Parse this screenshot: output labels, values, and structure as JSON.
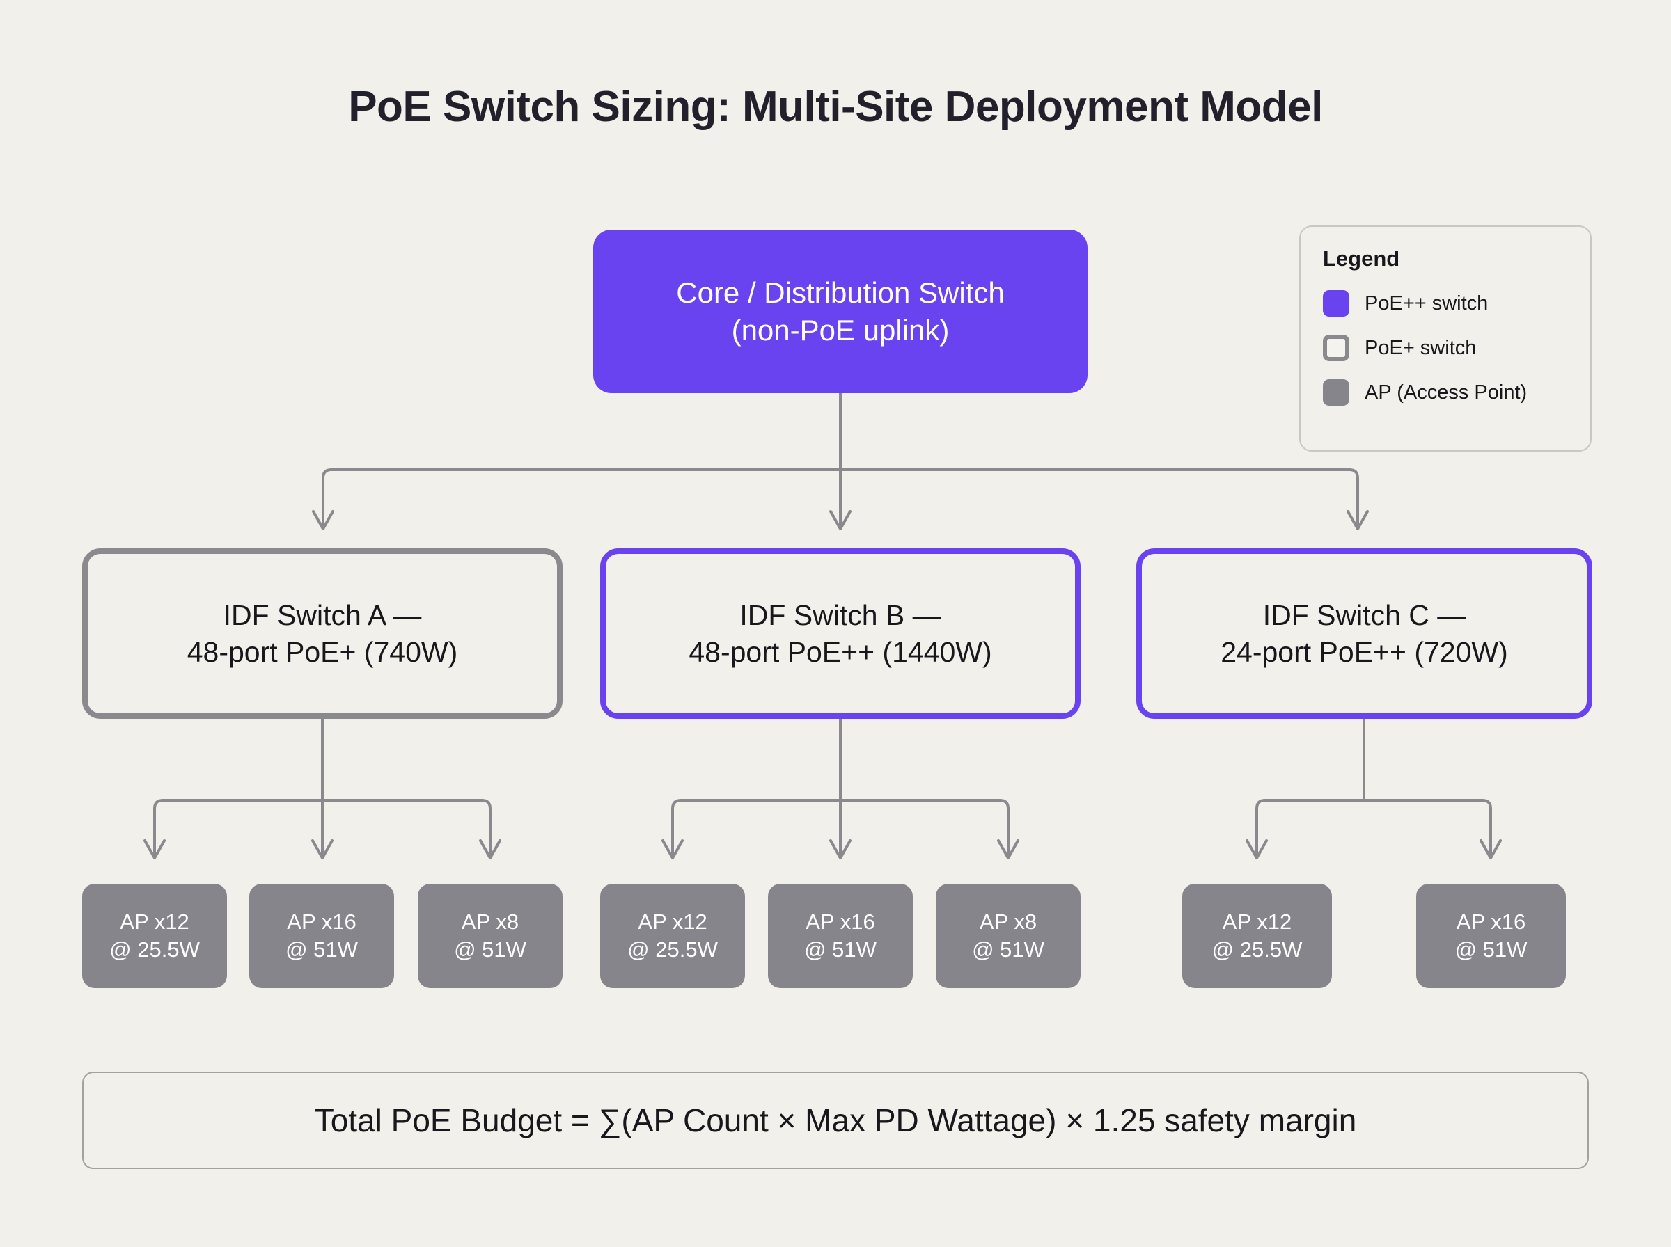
{
  "title": "PoE Switch Sizing: Multi-Site Deployment Model",
  "colors": {
    "background": "#F1F0EB",
    "poe_pp_purple": "#6943F0",
    "poe_p_gray": "#89898E",
    "ap_gray": "#85858B",
    "text_dark": "#17171C",
    "connector": "#8A8A8E"
  },
  "root": {
    "line1": "Core / Distribution Switch",
    "line2": "(non-PoE uplink)",
    "type": "PoE++ switch"
  },
  "switches": [
    {
      "id": "idf-a",
      "line1": "IDF Switch A —",
      "line2": "48-port PoE+ (740W)",
      "type": "PoE+ switch",
      "border_color": "#89898E",
      "aps": [
        {
          "line1": "AP x12",
          "line2": "@ 25.5W",
          "count": 12,
          "watts": 25.5
        },
        {
          "line1": "AP x16",
          "line2": "@ 51W",
          "count": 16,
          "watts": 51
        },
        {
          "line1": "AP x8",
          "line2": "@ 51W",
          "count": 8,
          "watts": 51
        }
      ]
    },
    {
      "id": "idf-b",
      "line1": "IDF Switch B —",
      "line2": "48-port PoE++ (1440W)",
      "type": "PoE++ switch",
      "border_color": "#6943F0",
      "aps": [
        {
          "line1": "AP x12",
          "line2": "@ 25.5W",
          "count": 12,
          "watts": 25.5
        },
        {
          "line1": "AP x16",
          "line2": "@ 51W",
          "count": 16,
          "watts": 51
        },
        {
          "line1": "AP x8",
          "line2": "@ 51W",
          "count": 8,
          "watts": 51
        }
      ]
    },
    {
      "id": "idf-c",
      "line1": "IDF Switch C —",
      "line2": "24-port PoE++ (720W)",
      "type": "PoE++ switch",
      "border_color": "#6943F0",
      "aps": [
        {
          "line1": "AP x12",
          "line2": "@ 25.5W",
          "count": 12,
          "watts": 25.5
        },
        {
          "line1": "AP x16",
          "line2": "@ 51W",
          "count": 16,
          "watts": 51
        }
      ]
    }
  ],
  "legend": {
    "title": "Legend",
    "items": [
      {
        "label": "PoE++ switch",
        "swatch": "filled-purple",
        "color": "#6943F0"
      },
      {
        "label": "PoE+ switch",
        "swatch": "outline-gray",
        "color": "#89898E"
      },
      {
        "label": "AP (Access Point)",
        "swatch": "filled-gray",
        "color": "#85858B"
      }
    ]
  },
  "formula": {
    "text": "Total PoE Budget = ∑(AP Count × Max PD Wattage) × 1.25 safety margin"
  }
}
